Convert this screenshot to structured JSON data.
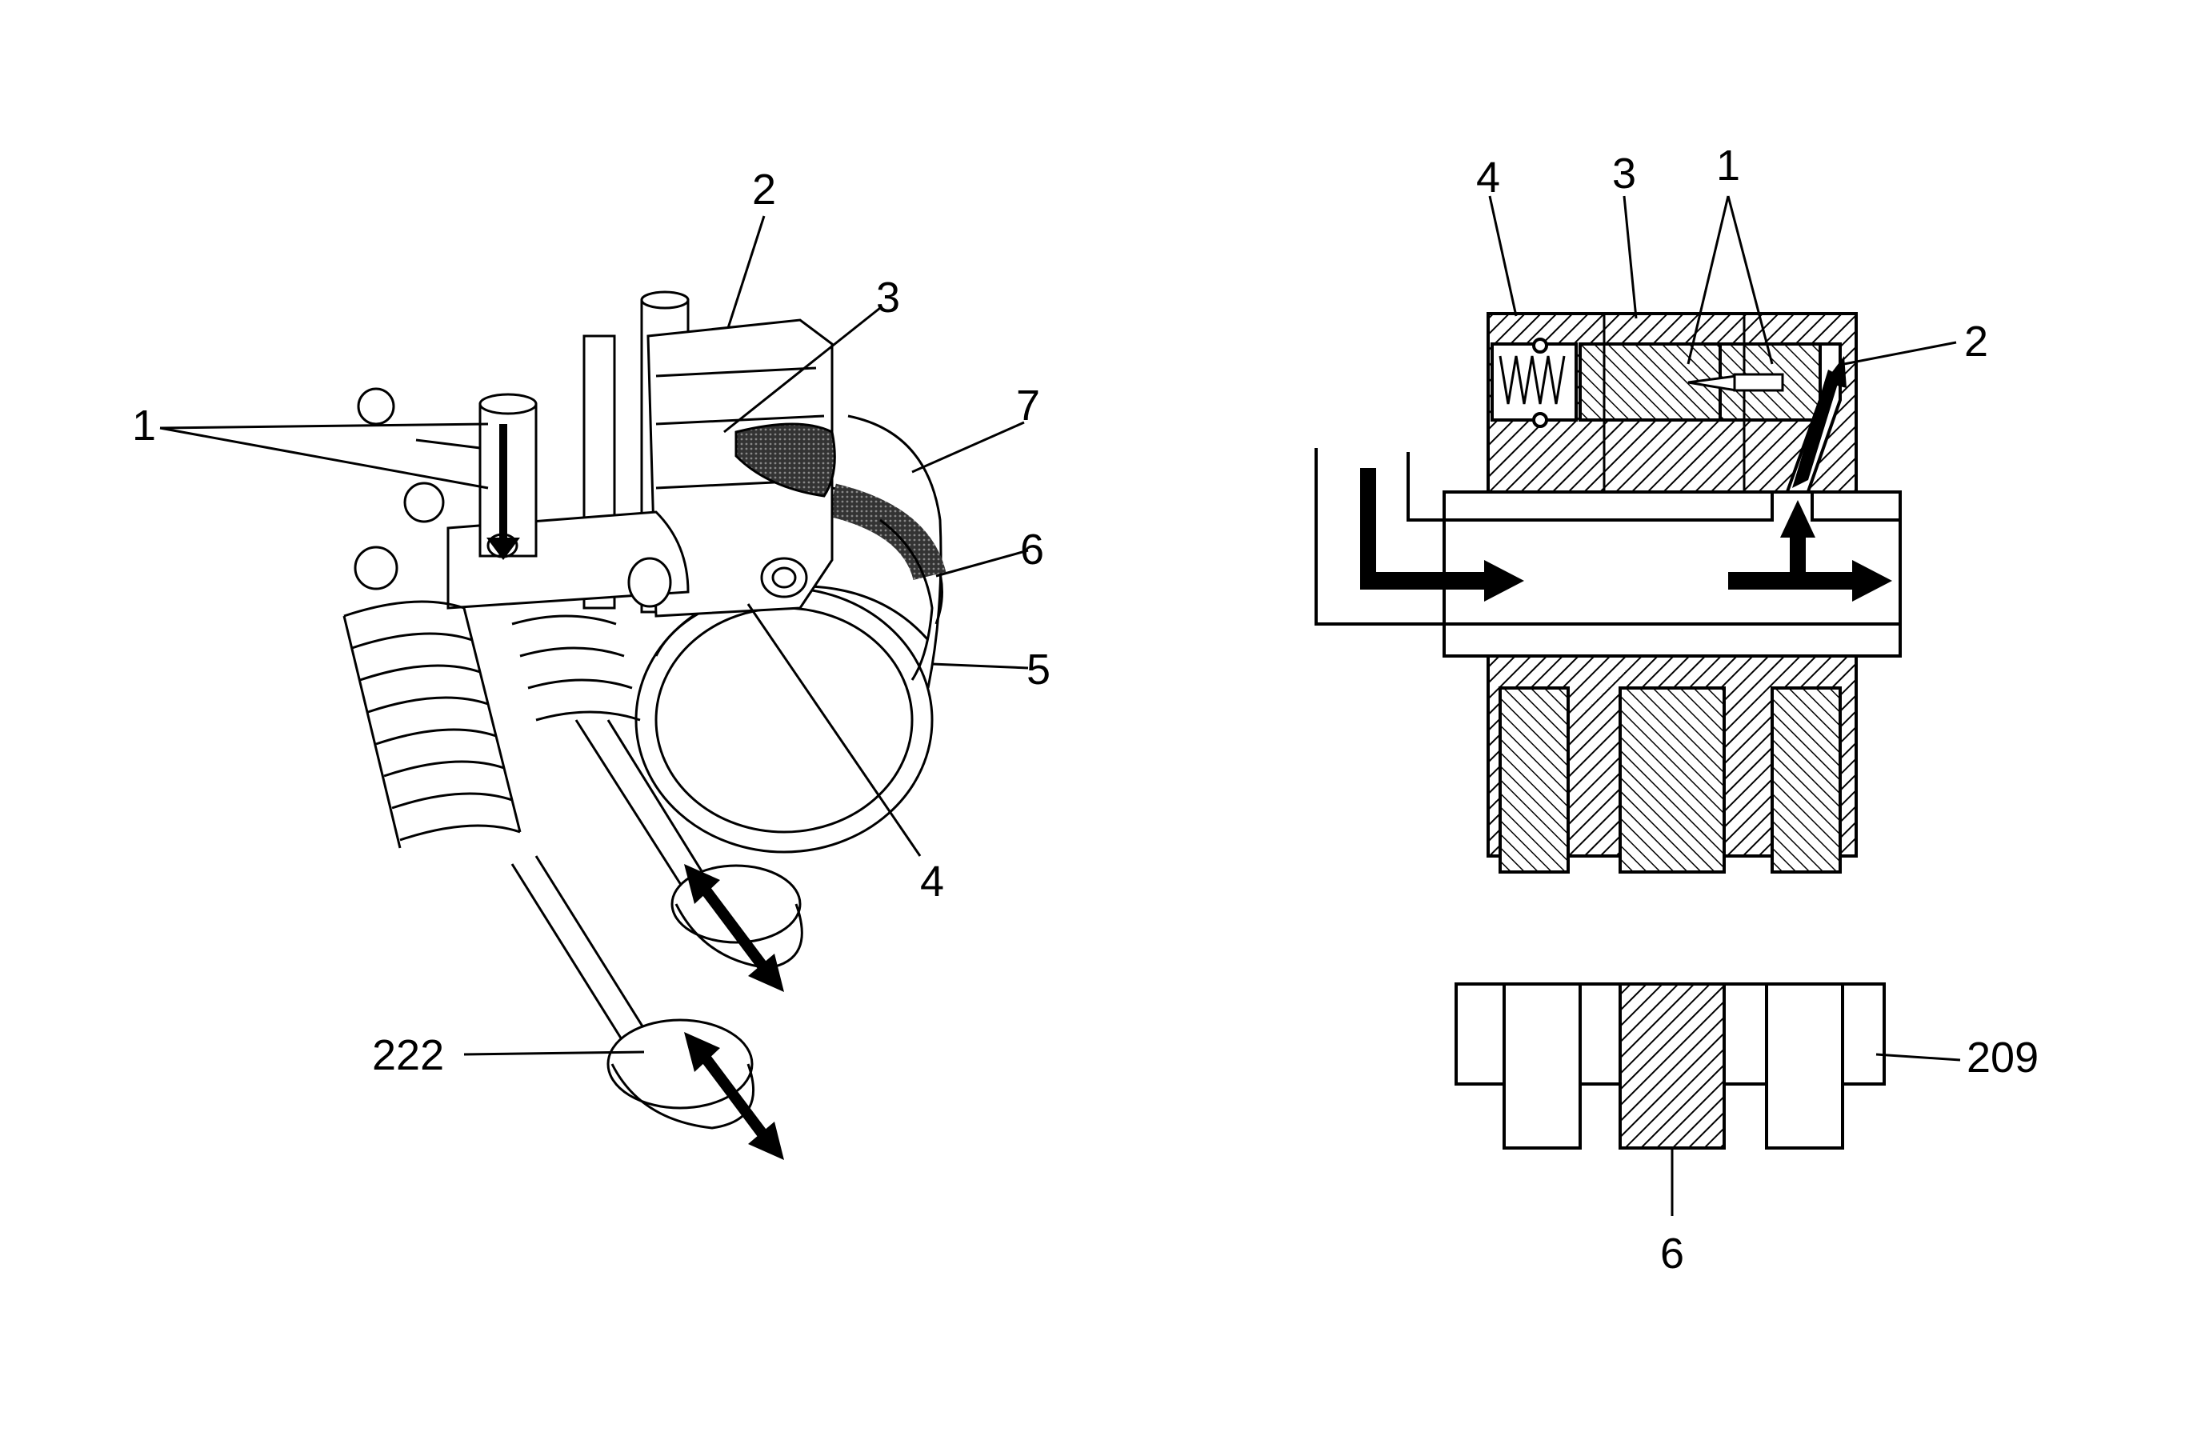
{
  "left_view": {
    "callouts": {
      "c1": "1",
      "c2": "2",
      "c3": "3",
      "c4": "4",
      "c5": "5",
      "c6": "6",
      "c7": "7",
      "c222": "222"
    }
  },
  "right_view": {
    "callouts": {
      "c4": "4",
      "c3": "3",
      "c1": "1",
      "c2": "2",
      "c209": "209",
      "c6": "6"
    }
  }
}
